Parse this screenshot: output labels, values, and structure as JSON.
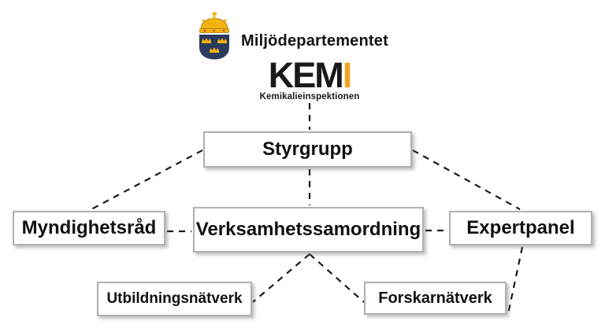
{
  "header": {
    "ministry_name": "Miljödepartementet",
    "kemi_logo": {
      "main": "KEM",
      "accent_letter": "I",
      "subtitle": "Kemikalieinspektionen",
      "accent_color": "#F2A124",
      "text_color": "#18181D"
    },
    "crest_colors": {
      "shield": "#2B3B5E",
      "gold": "#F2B20F",
      "red": "#C8402F"
    }
  },
  "diagram": {
    "line_color": "#1A1A1A",
    "box_border_color": "#B0B0B0",
    "nodes": {
      "styrgrupp": {
        "label": "Styrgrupp"
      },
      "myndighetsrad": {
        "label": "Myndighetsråd"
      },
      "verksamhetssamordning": {
        "label": "Verksamhetssamordning"
      },
      "expertpanel": {
        "label": "Expertpanel"
      },
      "utbildningsnatverk": {
        "label": "Utbildningsnätverk"
      },
      "forskarnatverk": {
        "label": "Forskarnätverk"
      }
    },
    "edges": [
      {
        "from": "kemi-logo",
        "to": "styrgrupp"
      },
      {
        "from": "styrgrupp",
        "to": "verksamhetssamordning"
      },
      {
        "from": "styrgrupp",
        "to": "myndighetsrad"
      },
      {
        "from": "styrgrupp",
        "to": "expertpanel"
      },
      {
        "from": "myndighetsrad",
        "to": "verksamhetssamordning"
      },
      {
        "from": "verksamhetssamordning",
        "to": "expertpanel"
      },
      {
        "from": "verksamhetssamordning",
        "to": "utbildningsnatverk"
      },
      {
        "from": "verksamhetssamordning",
        "to": "forskarnatverk"
      },
      {
        "from": "expertpanel",
        "to": "forskarnatverk"
      }
    ]
  }
}
